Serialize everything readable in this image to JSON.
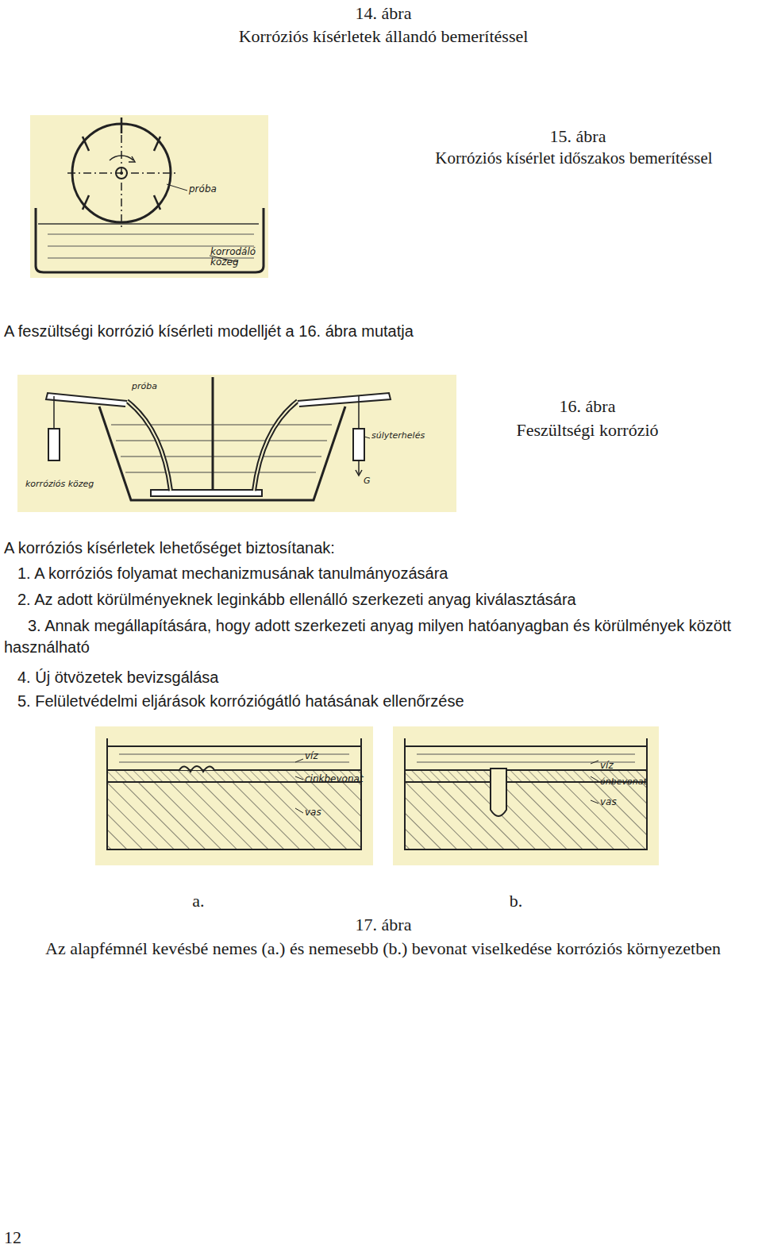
{
  "diagram": {
    "labels": [
      "14. ábra",
      "Korróziós kísérletek állandó bemerítéssel",
      "15. ábra",
      "Korróziós kísérlet időszakos bemerítéssel",
      "próba",
      "korrodáló közeg",
      "A feszültségi korrózió kísérleti modelljét a 16. ábra mutatja",
      "16. ábra",
      "Feszültségi korrózió",
      "próba",
      "súlyterhelés",
      "G",
      "korróziós közeg",
      "A korróziós kísérletek lehetőséget biztosítanak:",
      "1. A korróziós folyamat mechanizmusának tanulmányozására",
      "2. Az adott körülményeknek leginkább ellenálló szerkezeti anyag kiválasztására",
      "3. Annak megállapítására, hogy adott szerkezeti anyag milyen hatóanyagban és körülmények között használható",
      "4. Új ötvözetek bevizsgálása",
      "5. Felületvédelmi eljárások korróziógátló hatásának ellenőrzése",
      "víz",
      "cinkbevonat",
      "vas",
      "víz",
      "ónbevonat",
      "vas",
      "a.",
      "b.",
      "17. ábra",
      "Az alapfémnél kevésbé nemes (a.) és nemesebb (b.) bevonat viselkedése korróziós környezetben",
      "12"
    ]
  }
}
